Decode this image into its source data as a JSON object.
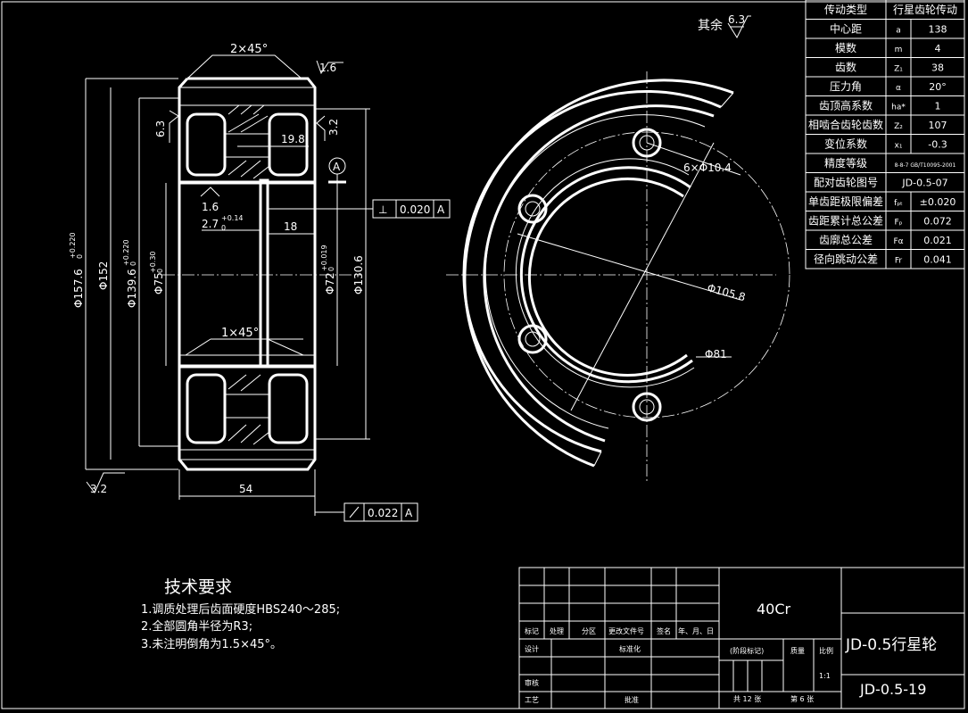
{
  "gear_table": {
    "header": [
      "传动类型",
      "行星齿轮传动"
    ],
    "rows": [
      {
        "name": "中心距",
        "sym": "a",
        "val": "138"
      },
      {
        "name": "模数",
        "sym": "m",
        "val": "4"
      },
      {
        "name": "齿数",
        "sym": "Z₁",
        "val": "38"
      },
      {
        "name": "压力角",
        "sym": "α",
        "val": "20°"
      },
      {
        "name": "齿顶高系数",
        "sym": "ha*",
        "val": "1"
      },
      {
        "name": "相啮合齿轮齿数",
        "sym": "Z₂",
        "val": "107"
      },
      {
        "name": "变位系数",
        "sym": "x₁",
        "val": "-0.3"
      },
      {
        "name": "精度等级",
        "sym": "",
        "val": "8-8-7 GB/T10095-2001"
      },
      {
        "name": "配对齿轮图号",
        "sym": "",
        "val": "JD-0.5-07"
      },
      {
        "name": "单齿距极限偏差",
        "sym": "fₚₜ",
        "val": "±0.020"
      },
      {
        "name": "齿距累计总公差",
        "sym": "Fₚ",
        "val": "0.072"
      },
      {
        "name": "齿廓总公差",
        "sym": "Fα",
        "val": "0.021"
      },
      {
        "name": "径向跳动公差",
        "sym": "Fr",
        "val": "0.041"
      }
    ]
  },
  "roughness": {
    "other_label": "其余",
    "other_value": "6.3"
  },
  "section": {
    "chamfer_top": "2×45°",
    "ra_top": "1.6",
    "ra_left": "6.3",
    "ra_right": "3.2",
    "web_dim": "19.8",
    "datum": "A",
    "ra_bore": "1.6",
    "groove_dim": "2.7",
    "groove_tol_upper": "+0.14",
    "groove_tol_lower": "0",
    "groove_dist": "18",
    "perp_tol": "0.020",
    "perp_datum": "A",
    "chamfer_mid": "1×45°",
    "dia_157": "Φ157.6",
    "dia_157_upper": "+0.220",
    "dia_157_lower": "0",
    "dia_152": "Φ152",
    "dia_139": "Φ139.6",
    "dia_139_upper": "+0.220",
    "dia_139_lower": "0",
    "dia_75": "Φ75",
    "dia_75_upper": "+0.30",
    "dia_75_lower": "0",
    "dia_72": "Φ72",
    "dia_72_upper": "+0.019",
    "dia_72_lower": "0",
    "dia_130": "Φ130.6",
    "ra_bottom": "3.2",
    "width_dim": "54",
    "runout_tol": "0.022",
    "runout_datum": "A"
  },
  "end_view": {
    "holes": "6×Φ10.4",
    "dia_105": "Φ105.8",
    "dia_81": "Φ81"
  },
  "tech": {
    "title": "技术要求",
    "items": [
      "1.调质处理后齿面硬度HBS240～285;",
      "2.全部圆角半径为R3;",
      "3.未注明倒角为1.5×45°。"
    ]
  },
  "title_block": {
    "material": "40Cr",
    "part_name": "JD-0.5行星轮",
    "drawing_no": "JD-0.5-19",
    "rev_labels": [
      "标记",
      "处理",
      "分区",
      "更改文件号",
      "签名",
      "年、月、日"
    ],
    "design": "设计",
    "standard": "标准化",
    "review": "审核",
    "process": "工艺",
    "approve": "批准",
    "stage_mark": "(阶段标记)",
    "mass": "质量",
    "scale": "比例",
    "scale_value": "1:1",
    "sheets_total": "共 12 张",
    "sheet_no": "第 6 张"
  }
}
